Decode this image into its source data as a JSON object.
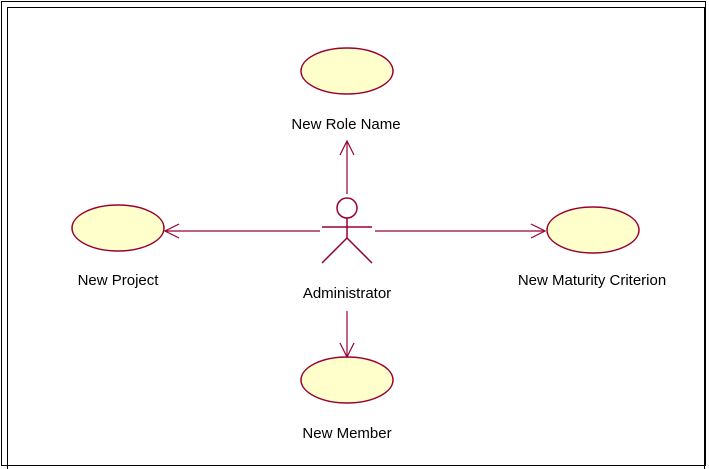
{
  "colors": {
    "use_case_fill": "#FFFFCC",
    "stroke": "#990033",
    "frame": "#000000",
    "text": "#000000"
  },
  "actor": {
    "label": "Administrator"
  },
  "use_cases": {
    "new_role_name": "New Role Name",
    "new_project": "New Project",
    "new_maturity_criterion": "New Maturity Criterion",
    "new_member": "New Member"
  }
}
